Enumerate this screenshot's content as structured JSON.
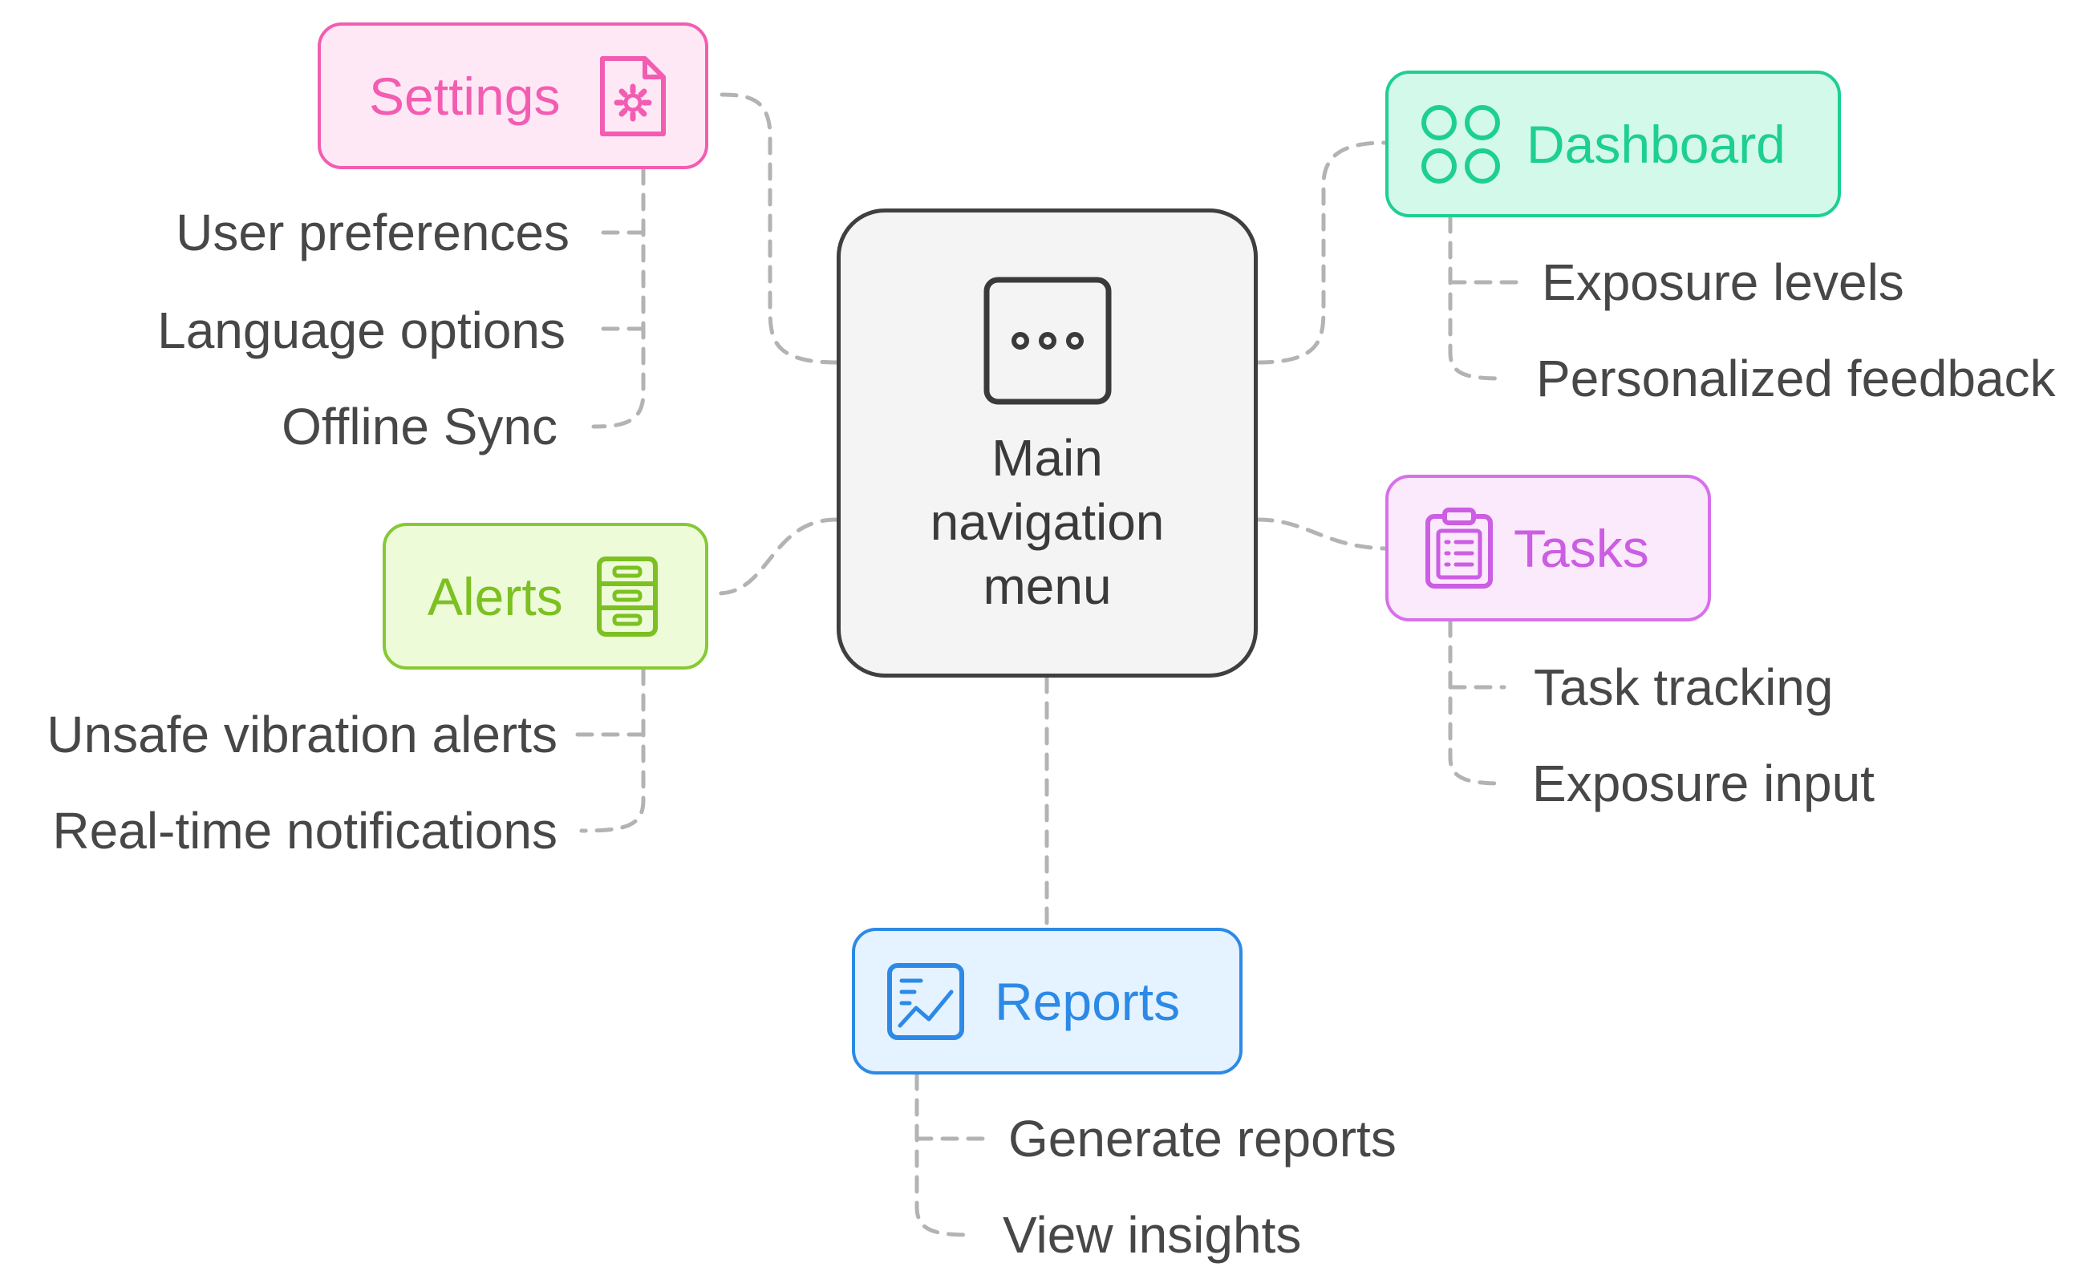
{
  "center": {
    "label_lines": [
      "Main",
      "navigation",
      "menu"
    ],
    "icon": "more-horizontal-icon"
  },
  "nodes": {
    "settings": {
      "label": "Settings",
      "icon": "settings-document-icon",
      "color": "#f25db1",
      "leaves": [
        "User preferences",
        "Language options",
        "Offline Sync"
      ]
    },
    "dashboard": {
      "label": "Dashboard",
      "icon": "grid-circles-icon",
      "color": "#1ecf92",
      "leaves": [
        "Exposure levels",
        "Personalized feedback"
      ]
    },
    "alerts": {
      "label": "Alerts",
      "icon": "drawer-cabinet-icon",
      "color": "#86c935",
      "leaves": [
        "Unsafe vibration alerts",
        "Real-time notifications"
      ]
    },
    "tasks": {
      "label": "Tasks",
      "icon": "clipboard-list-icon",
      "color": "#d770ea",
      "leaves": [
        "Task tracking",
        "Exposure input"
      ]
    },
    "reports": {
      "label": "Reports",
      "icon": "chart-report-icon",
      "color": "#2c8ae6",
      "leaves": [
        "Generate reports",
        "View insights"
      ]
    }
  },
  "connector_color": "#b3b3b3"
}
